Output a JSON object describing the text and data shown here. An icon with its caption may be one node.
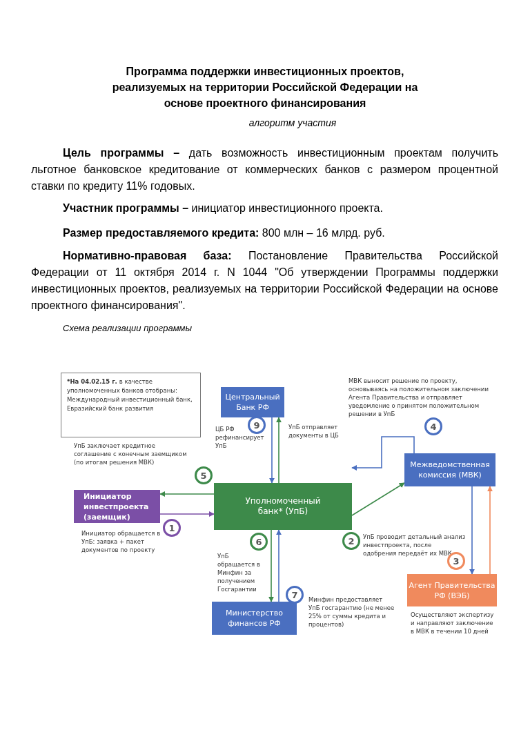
{
  "diagram": {
    "title": "Программа поддержки инвестиционных проектов, реализуемых на территории Российской Федерации на основе проектного финансирования",
    "nodes": [
      {
        "text": [
          "*На 04.02.15 г.",
          "в качестве уполномоченных банков отобраны: Международный инвестиционный банк, Евразийский банк развития"
        ]
      },
      {
        "text": [
          "Центральный Банк РФ"
        ]
      },
      {
        "text": [
          "Межведомственная комиссия (МВК)"
        ]
      },
      {
        "text": [
          "Инициатор инвестпроекта (заемщик)"
        ]
      },
      {
        "text": [
          "Уполномоченный банк* (УпБ)"
        ]
      },
      {
        "text": [
          "Агент Правительства РФ (ВЭБ)"
        ],
        "beside": [
          "Осуществляют экспертизу и направляют заключение в МВК  в течении 10 дней"
        ]
      },
      {
        "text": [
          "Министерство финансов РФ"
        ]
      },
      {
        "text": [
          "1"
        ],
        "beside": [
          "Инициатор обращается в УпБ: заявка + пакет документов по проекту"
        ]
      },
      {
        "text": [
          "2"
        ],
        "beside": [
          "УпБ проводит детальный анализ инвестпроекта, после одобрения передаёт их МВК"
        ]
      },
      {
        "text": [
          "3"
        ]
      },
      {
        "text": [
          "4"
        ],
        "beside": [
          "МВК выносит решение по проекту, основываясь на положительном заключении Агента Правительства и отправляет уведомление о принятом положительном решении в УпБ"
        ]
      },
      {
        "text": [
          "5"
        ],
        "beside": [
          "УпБ заключает кредитное соглашение с конечным заемщиком (по итогам решения МВК)"
        ]
      },
      {
        "text": [
          "6"
        ],
        "beside": [
          "УпБ обращается в Минфин за получением Госгарантии"
        ]
      },
      {
        "text": [
          "7"
        ],
        "beside": [
          "Минфин предоставляет УпБ госгарантию (не менее 25% от суммы кредита и процентов)"
        ]
      },
      {
        "text": [
          "9"
        ],
        "beside": [
          "ЦБ РФ рефинансирует УпБ"
        ]
      }
    ],
    "edges": [
      {
        "from": 3,
        "to": 4,
        "arrow": "to",
        "color": "#7b4fa6"
      },
      {
        "from": 4,
        "to": 3,
        "arrow": "to",
        "color": "#3d8a4a"
      },
      {
        "from": 4,
        "to": 2,
        "arrow": "to",
        "color": "#3d8a4a"
      },
      {
        "from": 2,
        "to": 5,
        "arrow": "to",
        "color": "#4a6fc0"
      },
      {
        "from": 5,
        "to": 2,
        "arrow": "to",
        "color": "#f08a5d"
      },
      {
        "from": 2,
        "to": 4,
        "arrow": "to",
        "color": "#4a6fc0"
      },
      {
        "from": 4,
        "to": 6,
        "arrow": "to",
        "color": "#3d8a4a"
      },
      {
        "from": 6,
        "to": 4,
        "arrow": "to",
        "color": "#4a6fc0"
      },
      {
        "from": 4,
        "to": 1,
        "arrow": "to",
        "color": "#3d8a4a",
        "label": "УпБ отправляет документы в ЦБ"
      },
      {
        "from": 1,
        "to": 4,
        "arrow": "to",
        "color": "#4a6fc0"
      }
    ],
    "labels": [
      "алгоритм участия",
      "**Цель программы –** дать возможность инвестиционным проектам получить льготное банковское кредитование от коммерческих банков с размером процентной ставки по кредиту 11% годовых.",
      "**Участник программы –** инициатор инвестиционного проекта.",
      "**Размер предоставляемого кредита:** 800 млн – 16 млрд. руб.",
      "**Нормативно-правовая база:** Постановление Правительства Российской Федерации от 11 октября 2014 г. N 1044 \"Об утверждении Программы поддержки инвестиционных проектов, реализуемых на территории Российской Федерации на основе проектного финансирования\".",
      "Схема реализации программы"
    ]
  }
}
